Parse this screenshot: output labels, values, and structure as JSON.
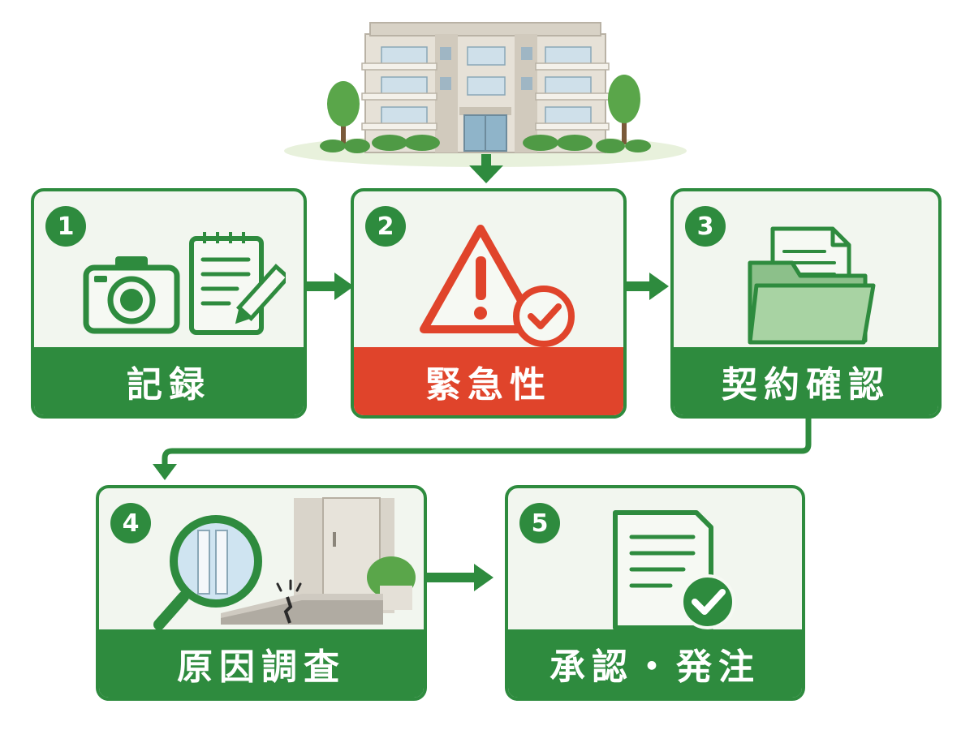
{
  "colors": {
    "green": "#2e8b3e",
    "red": "#e0442b",
    "card_bg": "#f2f6ef"
  },
  "steps": [
    {
      "number": "1",
      "label": "記録",
      "icon": "camera-and-notepad-icon"
    },
    {
      "number": "2",
      "label": "緊急性",
      "icon": "warning-check-icon"
    },
    {
      "number": "3",
      "label": "契約確認",
      "icon": "folder-document-icon"
    },
    {
      "number": "4",
      "label": "原因調査",
      "icon": "magnifier-crack-icon"
    },
    {
      "number": "5",
      "label": "承認・発注",
      "icon": "approved-document-icon"
    }
  ]
}
